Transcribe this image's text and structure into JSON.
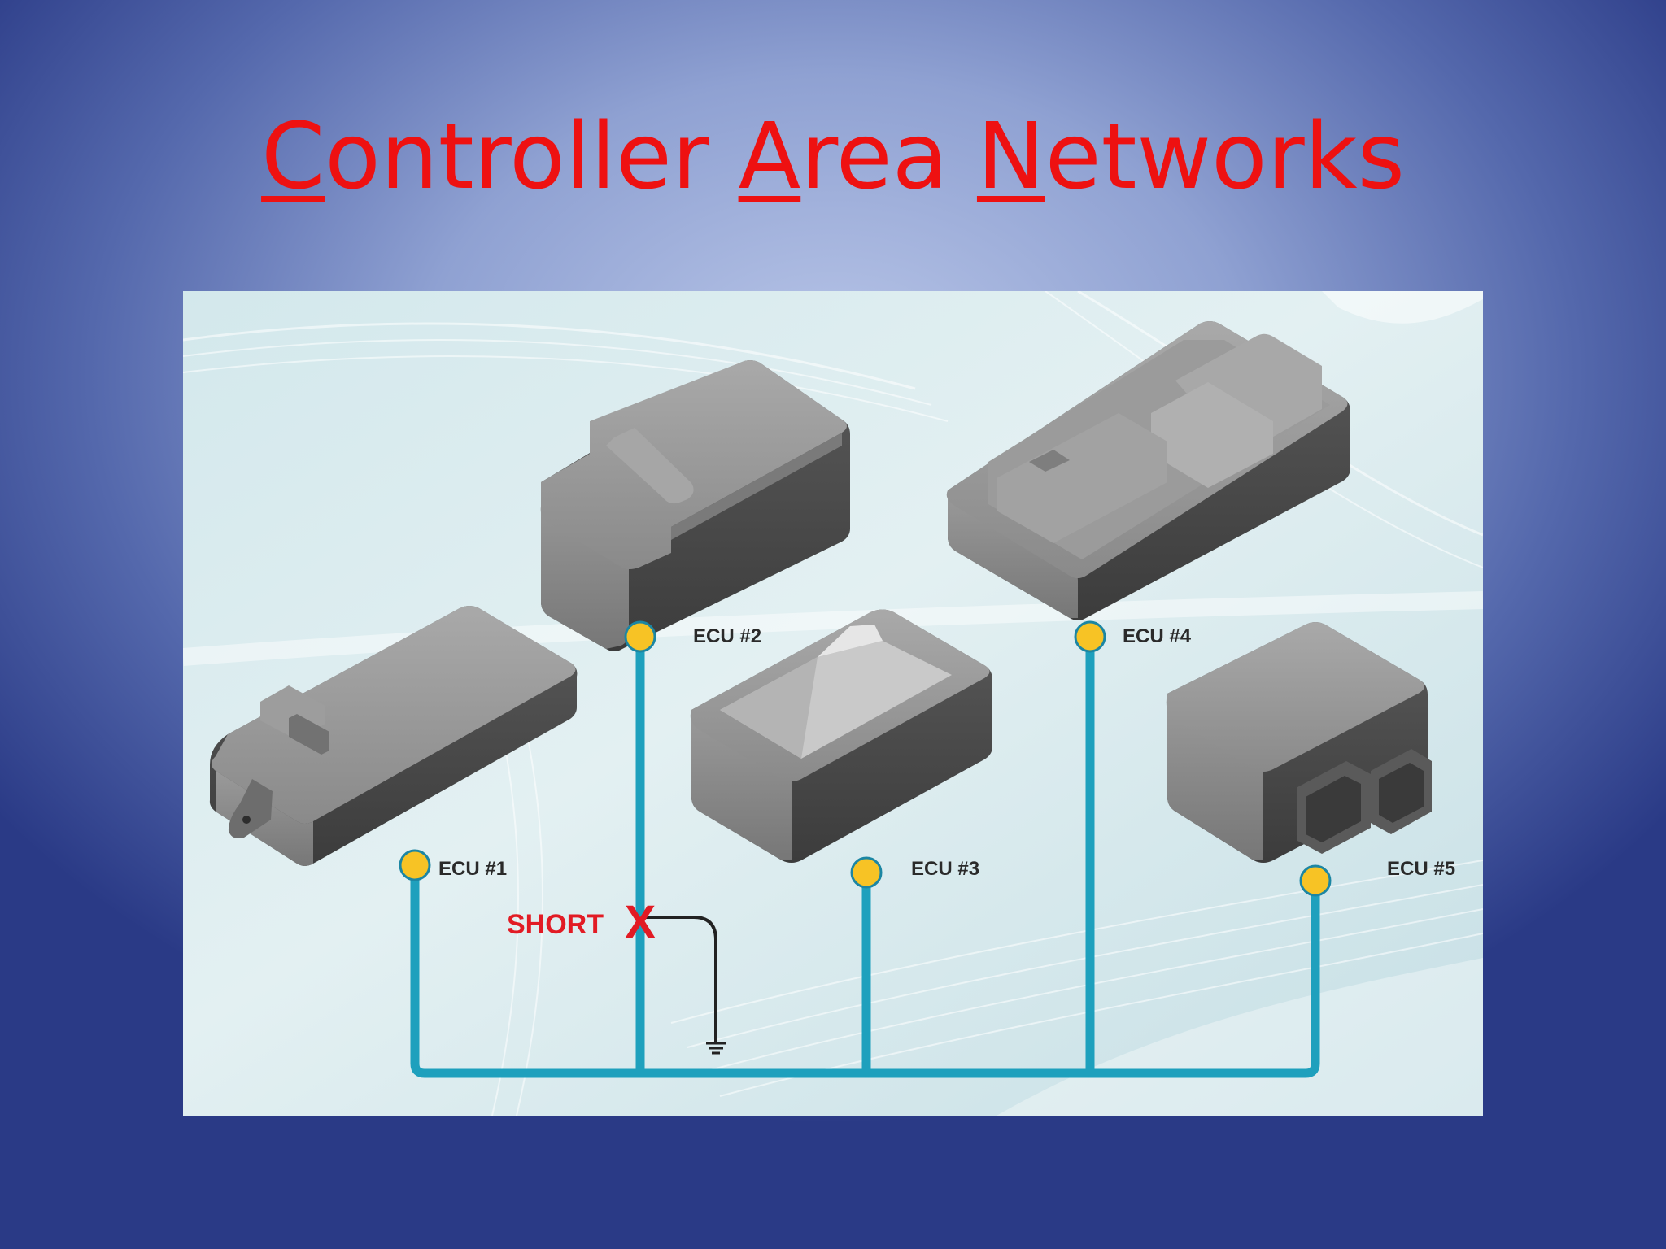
{
  "slide": {
    "title_parts": [
      {
        "text": "C",
        "underline": true
      },
      {
        "text": "ontroller ",
        "underline": false
      },
      {
        "text": "A",
        "underline": true
      },
      {
        "text": "rea ",
        "underline": false
      },
      {
        "text": "N",
        "underline": true
      },
      {
        "text": "etworks",
        "underline": false
      }
    ]
  },
  "diagram": {
    "ecus": [
      {
        "label": "ECU #1"
      },
      {
        "label": "ECU #2"
      },
      {
        "label": "ECU #3"
      },
      {
        "label": "ECU #4"
      },
      {
        "label": "ECU #5"
      }
    ],
    "fault_label": "SHORT",
    "fault_marker": "X",
    "colors": {
      "title": "#ee1111",
      "bus_wire": "#1ea0bd",
      "node": "#f7c325",
      "fault": "#e21b24",
      "module_body": "#8e8e8e"
    },
    "icons": [
      "ground-icon",
      "fault-x-icon"
    ]
  }
}
